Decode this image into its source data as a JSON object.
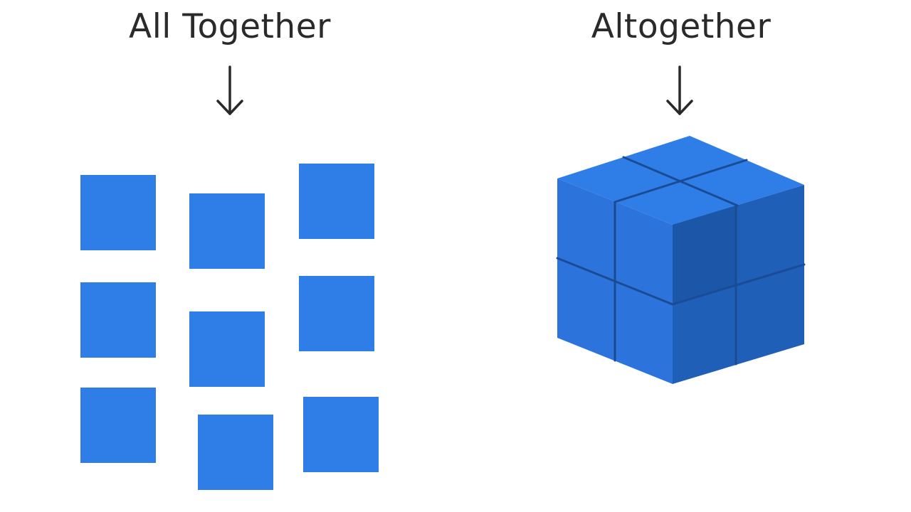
{
  "labels": {
    "left": "All Together",
    "right": "Altogether"
  },
  "colors": {
    "square": "#2f7ee8",
    "cube_top": "#2f7ee8",
    "cube_left": "#2c74dc",
    "cube_right": "#1f5fb8",
    "cube_notch_side": "#1c56a8",
    "seam": "#1a4c95",
    "text": "#2a2a2a"
  },
  "icons": {
    "left_arrow": "arrow-down-icon",
    "right_arrow": "arrow-down-icon"
  },
  "scattered_square_count": 9
}
